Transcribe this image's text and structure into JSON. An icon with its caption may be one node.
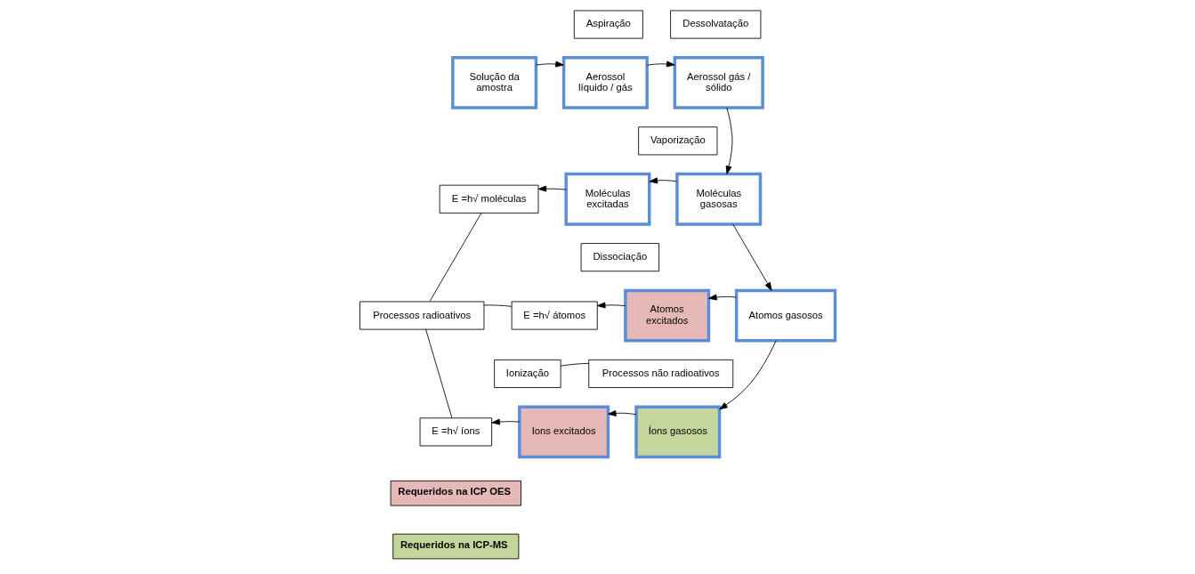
{
  "diagram": {
    "nodes": [
      {
        "text": [
          "Aspiração"
        ]
      },
      {
        "text": [
          "Dessolvatação"
        ]
      },
      {
        "text": [
          "Solução da amostra"
        ]
      },
      {
        "text": [
          "Aerossol líquido / gás"
        ]
      },
      {
        "text": [
          "Aerossol gás / sólido"
        ]
      },
      {
        "text": [
          "Vaporização"
        ]
      },
      {
        "text": [
          "E =h√ moléculas"
        ]
      },
      {
        "text": [
          "Moléculas excitadas"
        ]
      },
      {
        "text": [
          "Moléculas gasosas"
        ]
      },
      {
        "text": [
          "Dissociação"
        ]
      },
      {
        "text": [
          "Processos radioativos"
        ]
      },
      {
        "text": [
          "E =h√ átomos"
        ]
      },
      {
        "text": [
          "Atomos excitados"
        ]
      },
      {
        "text": [
          "Atomos gasosos"
        ]
      },
      {
        "text": [
          "Ionização"
        ]
      },
      {
        "text": [
          "Processos não radioativos"
        ]
      },
      {
        "text": [
          "E =h√ íons"
        ]
      },
      {
        "text": [
          "Ions excitados"
        ]
      },
      {
        "text": [
          "Íons gasosos"
        ]
      }
    ],
    "edges": [
      {
        "from": 2,
        "to": 3,
        "arrow": "to"
      },
      {
        "from": 3,
        "to": 4,
        "arrow": "to"
      },
      {
        "from": 4,
        "to": 8,
        "arrow": "to"
      },
      {
        "from": 8,
        "to": 7,
        "arrow": "to"
      },
      {
        "from": 7,
        "to": 6,
        "arrow": "to"
      },
      {
        "from": 8,
        "to": 13,
        "arrow": "to"
      },
      {
        "from": 13,
        "to": 12,
        "arrow": "to"
      },
      {
        "from": 12,
        "to": 11,
        "arrow": "to"
      },
      {
        "from": 13,
        "to": 18,
        "arrow": "to"
      },
      {
        "from": 18,
        "to": 17,
        "arrow": "to"
      },
      {
        "from": 17,
        "to": 16,
        "arrow": "to"
      },
      {
        "from": 10,
        "to": 6,
        "arrow": "none"
      },
      {
        "from": 10,
        "to": 11,
        "arrow": "none"
      },
      {
        "from": 10,
        "to": 16,
        "arrow": "none"
      },
      {
        "from": 14,
        "to": 15,
        "arrow": "none"
      }
    ],
    "legend": [
      {
        "text": "Requeridos na ICP OES",
        "color": "#e6b9b8"
      },
      {
        "text": "Requeridos na ICP-MS",
        "color": "#c3d69b"
      }
    ]
  }
}
